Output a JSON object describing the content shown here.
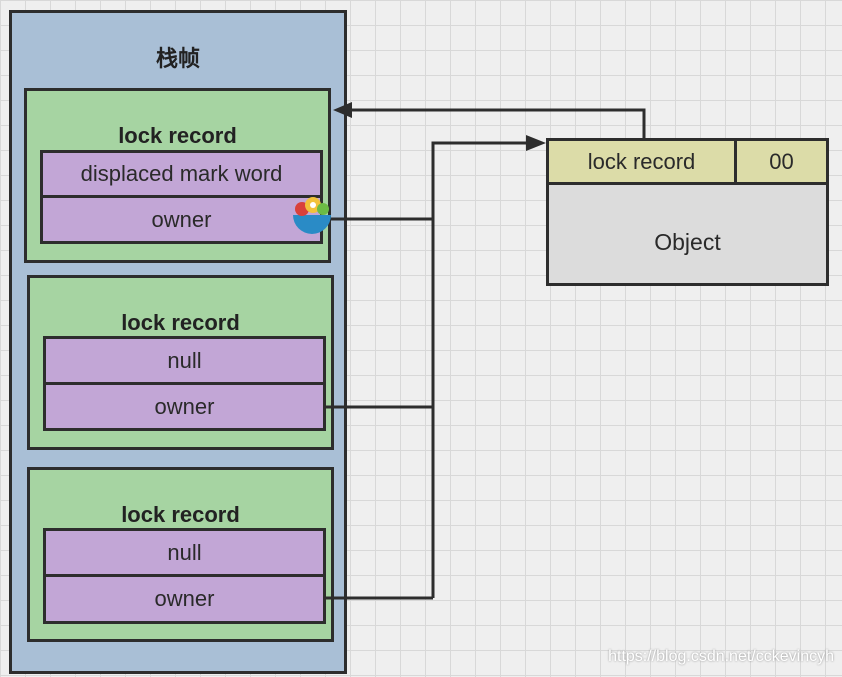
{
  "frame": {
    "title": "栈帧"
  },
  "records": [
    {
      "title": "lock record",
      "field1": "displaced mark word",
      "field2": "owner"
    },
    {
      "title": "lock record",
      "field1": "null",
      "field2": "owner"
    },
    {
      "title": "lock record",
      "field1": "null",
      "field2": "owner"
    }
  ],
  "object": {
    "header_label": "lock record",
    "header_bits": "00",
    "label": "Object"
  },
  "watermark": "https://blog.csdn.net/cckevincyh",
  "colors": {
    "frame": "#a9bfd6",
    "record": "#a6d4a2",
    "field": "#c2a6d6",
    "object_body": "#dcdcdc",
    "object_header": "#dcdca8",
    "line": "#2d2d2d"
  }
}
